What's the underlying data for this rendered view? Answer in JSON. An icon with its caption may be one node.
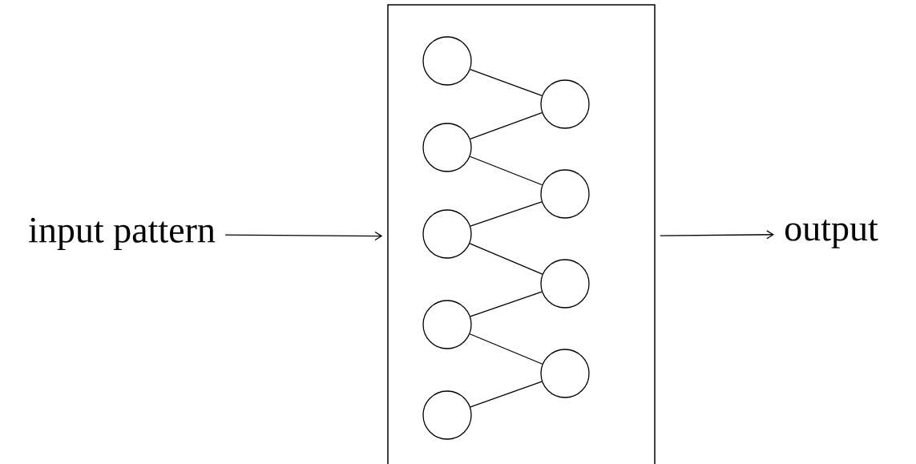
{
  "diagram": {
    "nodes": [
      {
        "text": [
          "input pattern"
        ]
      },
      {
        "text": [],
        "shape": "box"
      },
      {
        "text": [],
        "shape": "circle",
        "in": 1
      },
      {
        "text": [],
        "shape": "circle",
        "in": 1
      },
      {
        "text": [],
        "shape": "circle",
        "in": 1
      },
      {
        "text": [],
        "shape": "circle",
        "in": 1
      },
      {
        "text": [],
        "shape": "circle",
        "in": 1
      },
      {
        "text": [],
        "shape": "circle",
        "in": 1
      },
      {
        "text": [],
        "shape": "circle",
        "in": 1
      },
      {
        "text": [],
        "shape": "circle",
        "in": 1
      },
      {
        "text": [],
        "shape": "circle",
        "in": 1
      },
      {
        "text": [
          "output"
        ]
      }
    ],
    "edges": [
      {
        "from": 0,
        "to": 1,
        "arrow": "to"
      },
      {
        "from": 1,
        "to": 11,
        "arrow": "to"
      },
      {
        "from": 2,
        "to": 7,
        "arrow": "none"
      },
      {
        "from": 3,
        "to": 7,
        "arrow": "none"
      },
      {
        "from": 3,
        "to": 8,
        "arrow": "none"
      },
      {
        "from": 4,
        "to": 8,
        "arrow": "none"
      },
      {
        "from": 4,
        "to": 9,
        "arrow": "none"
      },
      {
        "from": 5,
        "to": 9,
        "arrow": "none"
      },
      {
        "from": 5,
        "to": 10,
        "arrow": "none"
      },
      {
        "from": 6,
        "to": 10,
        "arrow": "none"
      }
    ]
  }
}
